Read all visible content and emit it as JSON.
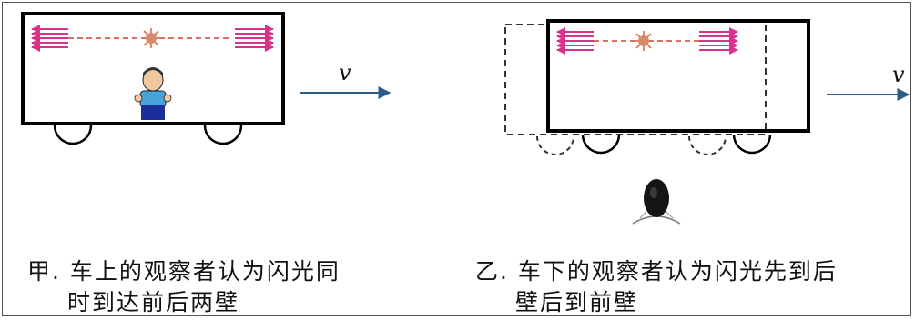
{
  "scene_a": {
    "velocity_label": "v",
    "caption_line1": "甲. 车上的观察者认为闪光同",
    "caption_line2": "时到达前后两壁"
  },
  "scene_b": {
    "velocity_label": "v",
    "caption_line1": "乙. 车下的观察者认为闪光先到后",
    "caption_line2": "壁后到前壁"
  },
  "colors": {
    "light_rays": "#d6338c",
    "flash_source": "#e0603a",
    "train_outline": "#000000",
    "velocity_arrow": "#2d5c8a",
    "observer_shirt": "#4aa3d8",
    "observer_pants": "#1b2e9a"
  },
  "icons": [
    "flash-icon",
    "train-car-icon",
    "wheel-icon",
    "observer-icon",
    "velocity-arrow-icon"
  ]
}
